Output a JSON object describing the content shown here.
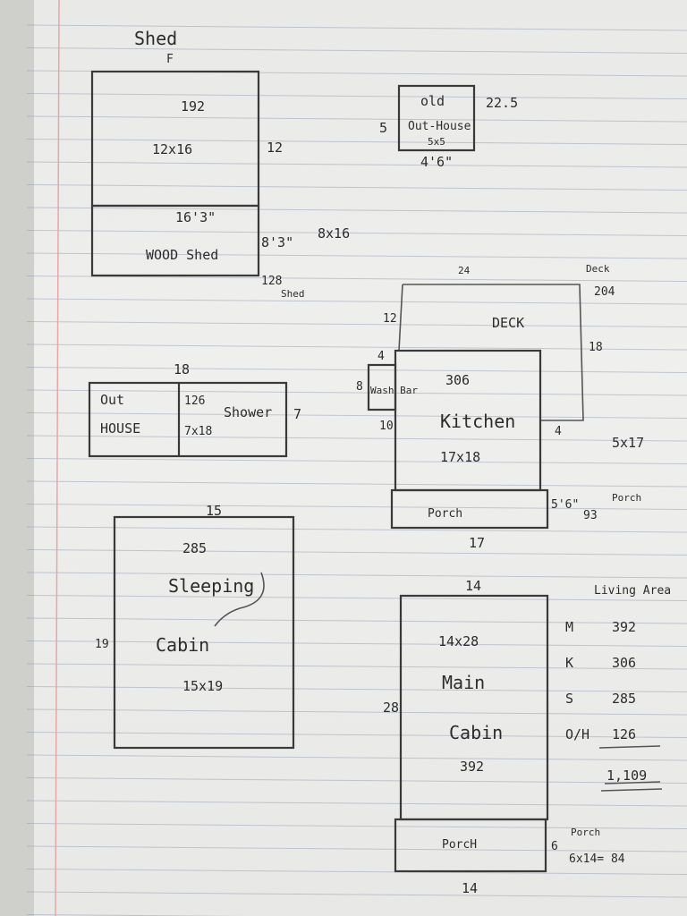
{
  "page": {
    "title": "Shed"
  },
  "shed": {
    "top_dim": "F",
    "area": "192",
    "size": "12x16",
    "right_dim": "12",
    "divider_dim": "16'3\"",
    "wood_label": "WOOD Shed",
    "wood_dim": "8'3\"",
    "wood_size": "8x16",
    "wood_area": "128",
    "wood_area_label": "Shed"
  },
  "old_outhouse": {
    "line1": "old",
    "line2": "Out-House",
    "line3": "5x5",
    "left_dim": "5",
    "bottom_dim": "4'6\"",
    "area": "22.5"
  },
  "outhouse_shower": {
    "top_dim": "18",
    "left_line1": "Out",
    "left_line2": "HOUSE",
    "area": "126",
    "size": "7x18",
    "right_label": "Shower",
    "right_dim": "7"
  },
  "kitchen": {
    "deck_top_dim": "24",
    "deck_label": "DECK",
    "deck_area_label": "Deck",
    "deck_area": "204",
    "deck_left_dim": "12",
    "deck_right_dim": "18",
    "bump_top_dim": "4",
    "bump_left_dim": "8",
    "bump_label": "Wash Bar",
    "left_dim": "10",
    "area": "306",
    "label": "Kitchen",
    "size": "17x18",
    "right_mark": "4",
    "porch_size": "5x17",
    "porch_label": "Porch",
    "porch_dim": "5'6\"",
    "porch_area": "93",
    "porch_area_label": "Porch",
    "bottom_dim": "17"
  },
  "sleeping_cabin": {
    "top_dim": "15",
    "area": "285",
    "line1": "Sleeping",
    "line2": "Cabin",
    "size": "15x19",
    "left_dim": "19"
  },
  "main_cabin": {
    "top_dim": "14",
    "size": "14x28",
    "line1": "Main",
    "line2": "Cabin",
    "area": "392",
    "left_dim": "28",
    "porch_label": "PorcH",
    "porch_dim": "6",
    "bottom_dim": "14",
    "porch_note_label": "Porch",
    "porch_note": "6x14= 84"
  },
  "living_area": {
    "title": "Living Area",
    "rows": [
      {
        "key": "M",
        "value": "392"
      },
      {
        "key": "K",
        "value": "306"
      },
      {
        "key": "S",
        "value": "285"
      },
      {
        "key": "O/H",
        "value": "126"
      }
    ],
    "total": "1,109"
  },
  "colors": {
    "paper": "#ededeb",
    "rule_line": "#9aa3b8",
    "margin_line": "#e6a7a7",
    "pencil": "#2c2c2c"
  }
}
